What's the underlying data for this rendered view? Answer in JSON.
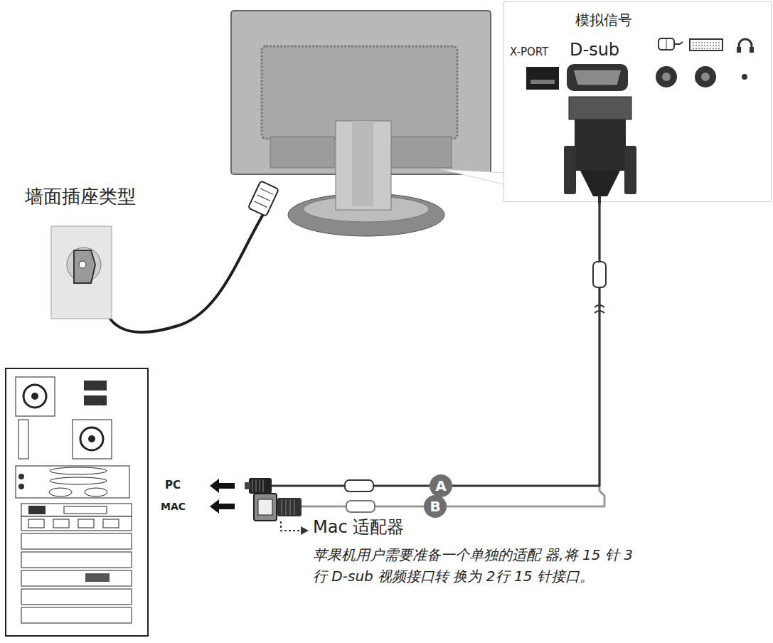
{
  "diagram": {
    "nodes": [
      {
        "text": [
          "模拟信号",
          "X-PORT",
          "D-sub"
        ]
      },
      {
        "text": [
          "A"
        ]
      },
      {
        "text": [
          "B"
        ]
      }
    ],
    "edges": [
      {
        "from": 0,
        "to": 2,
        "arrow": "none"
      },
      {
        "from": 0,
        "to": 1,
        "arrow": "none"
      }
    ],
    "labels": [
      "墙面插座类型",
      "PC",
      "MAC",
      "Mac 适配器",
      "苹果机用户需要准备一个单独的适配 器,将 15 针 3 行 D-sub 视频接口转 换为 2行 15 针接口。"
    ]
  }
}
